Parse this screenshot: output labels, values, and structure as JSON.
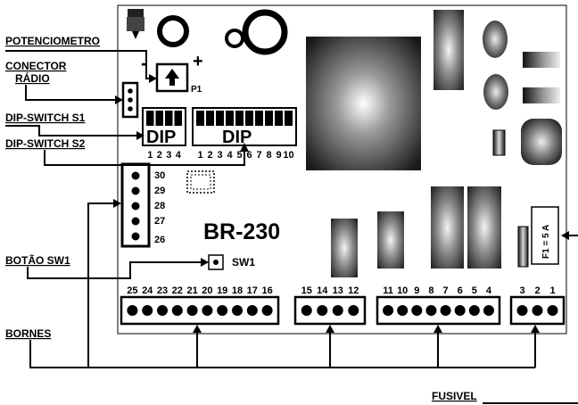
{
  "labels": {
    "potenciometro": "POTENCIOMETRO",
    "conector_line1": "CONECTOR",
    "conector_line2": "RÁDIO",
    "dip_s1": "DIP-SWITCH S1",
    "dip_s2": "DIP-SWITCH S2",
    "botao": "BOTÃO SW1",
    "bornes": "BORNES",
    "fusivel": "FUSIVEL"
  },
  "board": {
    "model": "BR-230",
    "pot_label": "P1",
    "minus": "-",
    "plus": "+",
    "sw_label": "SW1",
    "fuse_label": "F1 = 5 A"
  },
  "dip1": {
    "text": "DIP",
    "numbers": [
      "1",
      "2",
      "3",
      "4"
    ]
  },
  "dip2": {
    "text": "DIP",
    "numbers": [
      "1",
      "2",
      "3",
      "4",
      "5",
      "6",
      "7",
      "8",
      "9",
      "10"
    ]
  },
  "connector_pins": [
    "30",
    "29",
    "28",
    "27",
    "26"
  ],
  "terminals": {
    "block_a": [
      "25",
      "24",
      "23",
      "22",
      "21",
      "20",
      "19",
      "18",
      "17",
      "16"
    ],
    "block_b": [
      "15",
      "14",
      "13",
      "12"
    ],
    "block_c": [
      "11",
      "10",
      "9",
      "8",
      "7",
      "6",
      "5",
      "4"
    ],
    "block_d": [
      "3",
      "2",
      "1"
    ]
  }
}
